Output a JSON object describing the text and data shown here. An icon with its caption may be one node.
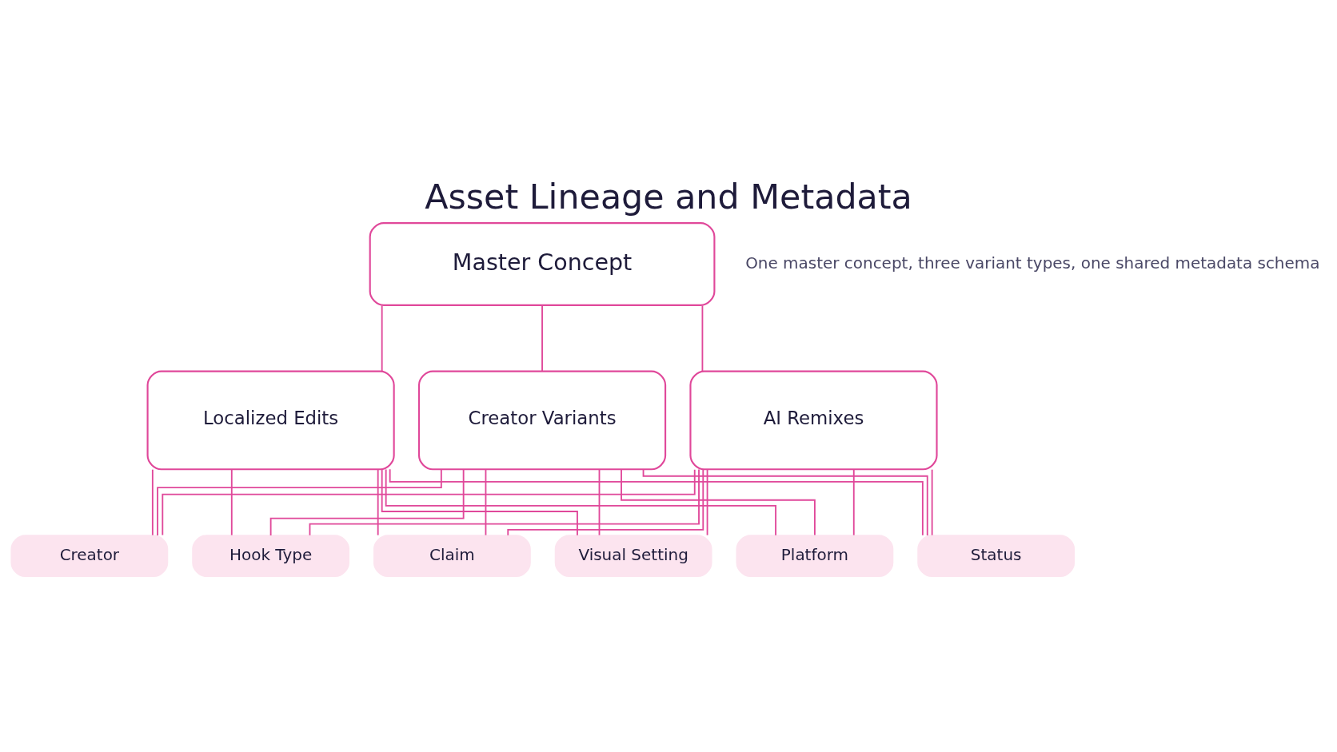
{
  "diagram": {
    "title": "Asset Lineage and Metadata",
    "nodes": [
      {
        "text": [
          "Master Concept"
        ]
      },
      {
        "text": [
          "Localized Edits"
        ]
      },
      {
        "text": [
          "Creator Variants"
        ]
      },
      {
        "text": [
          "AI Remixes"
        ]
      },
      {
        "text": [
          "Creator"
        ]
      },
      {
        "text": [
          "Hook Type"
        ]
      },
      {
        "text": [
          "Claim"
        ]
      },
      {
        "text": [
          "Visual Setting"
        ]
      },
      {
        "text": [
          "Platform"
        ]
      },
      {
        "text": [
          "Status"
        ]
      }
    ],
    "edges": [
      {
        "from": 0,
        "to": 1,
        "arrow": "none"
      },
      {
        "from": 0,
        "to": 2,
        "arrow": "none"
      },
      {
        "from": 0,
        "to": 3,
        "arrow": "none"
      },
      {
        "from": 1,
        "to": 4,
        "arrow": "none"
      },
      {
        "from": 1,
        "to": 5,
        "arrow": "none"
      },
      {
        "from": 1,
        "to": 6,
        "arrow": "none"
      },
      {
        "from": 1,
        "to": 7,
        "arrow": "none"
      },
      {
        "from": 1,
        "to": 8,
        "arrow": "none"
      },
      {
        "from": 1,
        "to": 9,
        "arrow": "none"
      },
      {
        "from": 2,
        "to": 4,
        "arrow": "none"
      },
      {
        "from": 2,
        "to": 5,
        "arrow": "none"
      },
      {
        "from": 2,
        "to": 6,
        "arrow": "none"
      },
      {
        "from": 2,
        "to": 7,
        "arrow": "none"
      },
      {
        "from": 2,
        "to": 8,
        "arrow": "none"
      },
      {
        "from": 2,
        "to": 9,
        "arrow": "none"
      },
      {
        "from": 3,
        "to": 4,
        "arrow": "none"
      },
      {
        "from": 3,
        "to": 5,
        "arrow": "none"
      },
      {
        "from": 3,
        "to": 6,
        "arrow": "none"
      },
      {
        "from": 3,
        "to": 7,
        "arrow": "none"
      },
      {
        "from": 3,
        "to": 8,
        "arrow": "none"
      },
      {
        "from": 3,
        "to": 9,
        "arrow": "none"
      }
    ],
    "labels": [
      "One master concept, three variant types, one shared metadata schema"
    ]
  }
}
